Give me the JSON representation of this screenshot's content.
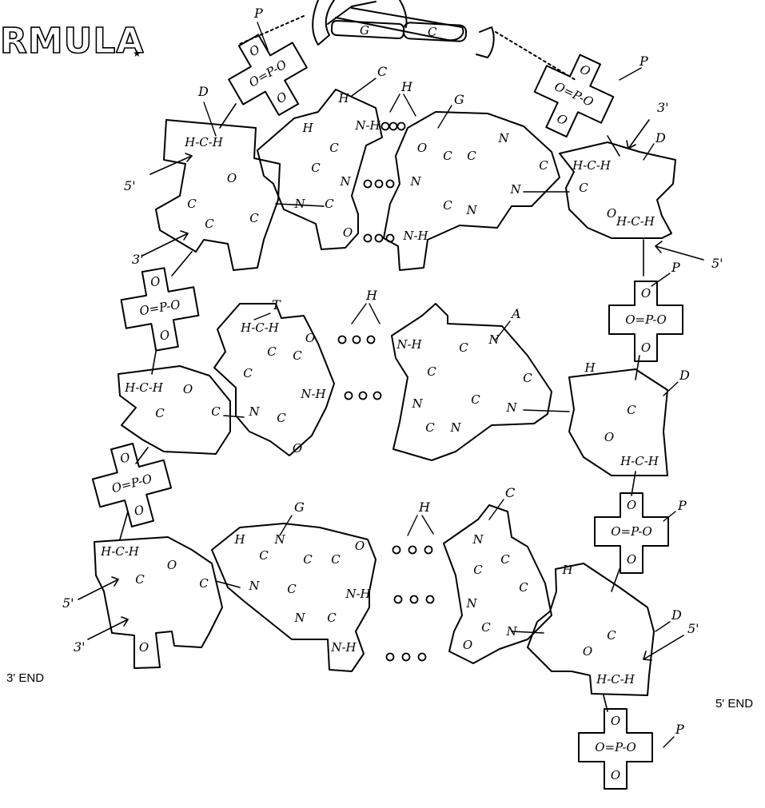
{
  "title": "RMULA",
  "title_mark": "★",
  "end_labels": {
    "left": "3' END",
    "right": "5' END"
  },
  "strand_labels": {
    "phosphate": "P",
    "sugar": "D",
    "five_prime": "5'",
    "three_prime": "3'"
  },
  "helix_bases": [
    "G",
    "C"
  ],
  "base_pairs": [
    {
      "left": "C",
      "right": "G",
      "bond_marker": "H"
    },
    {
      "left": "T",
      "right": "A",
      "bond_marker": "H"
    },
    {
      "left": "G",
      "right": "C",
      "bond_marker": "H"
    }
  ],
  "atoms": {
    "oxygen": "O",
    "nitrogen": "N",
    "carbon": "C",
    "hydrogen": "H",
    "phosphorus": "P"
  },
  "groups": {
    "amine": "N-H",
    "ch": "H-C-H",
    "phosphate_center": "O=P-O"
  }
}
